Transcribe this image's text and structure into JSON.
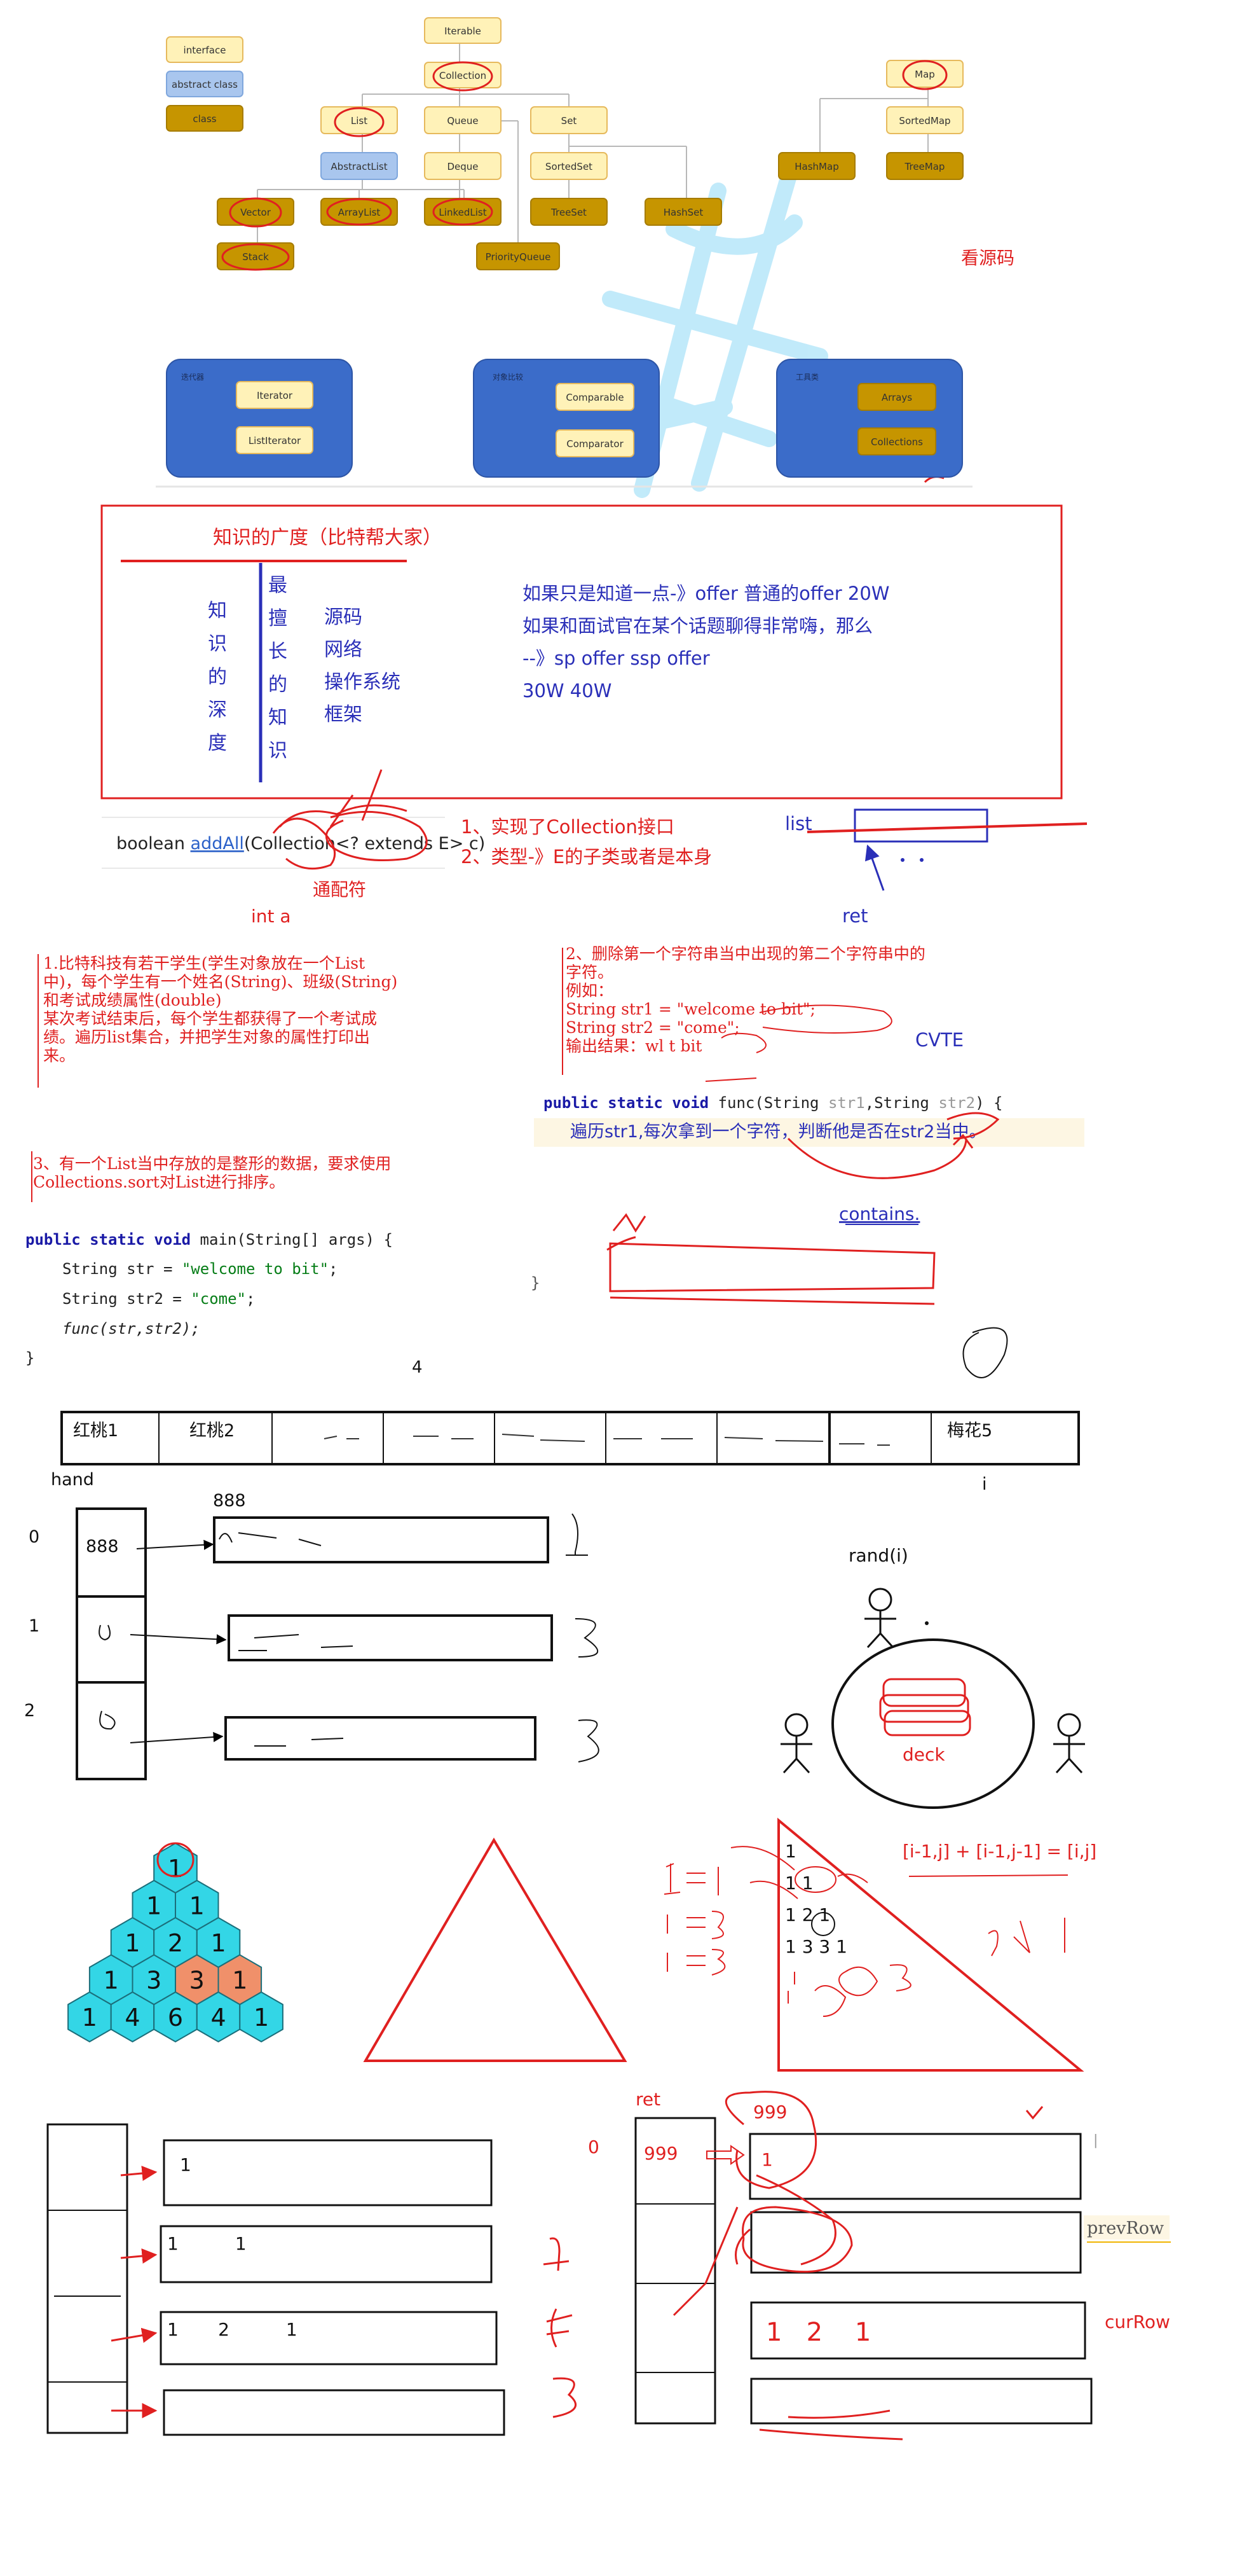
{
  "colors": {
    "interface_fill": "#fff2b8",
    "interface_stroke": "#e6b95c",
    "abstract_fill": "#a9c6ee",
    "class_fill": "#c69500",
    "panel_fill": "#3b6cc9",
    "red": "#e02020",
    "blue": "#2a2fb8",
    "cyan": "#33d6e6",
    "orange": "#f0906a"
  },
  "legend": {
    "interface": "interface",
    "abstract_class": "abstract class",
    "class": "class"
  },
  "collection_nodes": {
    "iterable": "Iterable",
    "collection": "Collection",
    "list": "List",
    "queue": "Queue",
    "set": "Set",
    "abstract_list": "AbstractList",
    "deque": "Deque",
    "sorted_set": "SortedSet",
    "vector": "Vector",
    "array_list": "ArrayList",
    "linked_list": "LinkedList",
    "tree_set": "TreeSet",
    "hash_set": "HashSet",
    "stack": "Stack",
    "priority_queue": "PriorityQueue",
    "map": "Map",
    "sorted_map": "SortedMap",
    "hash_map": "HashMap",
    "tree_map": "TreeMap"
  },
  "source_note": "看源码",
  "panels": {
    "iterator_title": "迭代器",
    "iterator": "Iterator",
    "list_iterator": "ListIterator",
    "compare_title": "对象比较",
    "comparable": "Comparable",
    "comparator": "Comparator",
    "tools_title": "工具类",
    "arrays": "Arrays",
    "collections": "Collections"
  },
  "knowledge": {
    "breadth": "知识的广度（比特帮大家）",
    "depth": "知识的深度",
    "most": "最擅长的知识",
    "items": [
      "源码",
      "网络",
      "操作系统",
      "框架"
    ],
    "offer_lines": [
      "如果只是知道一点-》offer  普通的offer      20W",
      "如果和面试官在某个话题聊得非常嗨，那么",
      "--》sp offer      ssp offer",
      "       30W              40W"
    ]
  },
  "addall": {
    "prefix": "boolean ",
    "method": "addAll",
    "params": "(Collection<? extends E> c)",
    "note1": "1、实现了Collection接口",
    "note2": "2、类型-》E的子类或者是本身",
    "wildcard": "通配符",
    "int_a": "int   a",
    "list_label": "list",
    "ret_label": "ret"
  },
  "exercises": {
    "ex1": [
      "1.比特科技有若干学生(学生对象放在一个List",
      "中)，每个学生有一个姓名(String)、班级(String)",
      "和考试成绩属性(double)",
      "某次考试结束后，每个学生都获得了一个考试成",
      "绩。遍历list集合，并把学生对象的属性打印出",
      "来。"
    ],
    "ex2": [
      "2、删除第一个字符串当中出现的第二个字符串中的",
      "字符。",
      "例如：",
      " String str1 = \"welcome to bit\";",
      " String str2 = \"come\";",
      " 输出结果：wl t bit"
    ],
    "cvte": "CVTE",
    "ex3": [
      "3、有一个List当中存放的是整形的数据，要求使用",
      "Collections.sort对List进行排序。"
    ]
  },
  "code": {
    "main_sig_kw": "public static void",
    "main_sig_rest": " main(String[] args) {",
    "line1_a": "String str = ",
    "line1_s": "\"welcome to bit\"",
    "line2_a": "String str2 = ",
    "line2_s": "\"come\"",
    "line3": "func(str,str2);",
    "close": "}",
    "func_kw": "public static void",
    "func_rest": " func(String ",
    "func_p1": "str1",
    "func_mid": ",String ",
    "func_p2": "str2",
    "func_end": ") {",
    "func_comment": "遍历str1,每次拿到一个字符，判断他是否在str2当中。",
    "contains": "contains.",
    "brace": "}"
  },
  "cards": {
    "count_label": "4",
    "first": "红桃1",
    "second": "红桃2",
    "last": "梅花5",
    "hand": "hand",
    "hand_value": "888",
    "i_label": "i",
    "rows": [
      "0",
      "1",
      "2"
    ],
    "cell0": "888",
    "rand": "rand(i)",
    "deck": "deck"
  },
  "pascal": {
    "rows": [
      [
        1
      ],
      [
        1,
        1
      ],
      [
        1,
        2,
        1
      ],
      [
        1,
        3,
        3,
        1
      ],
      [
        1,
        4,
        6,
        4,
        1
      ]
    ],
    "formula": "[i-1,j] + [i-1,j-1] = [i,j]",
    "tri_rows": [
      "1",
      "1  1",
      "1  2  1",
      "1  3  3  1"
    ]
  },
  "bottom": {
    "left_rows": [
      "1",
      "1          1",
      "1       2          1"
    ],
    "ret": "ret",
    "zero": "0",
    "ret_cell": "999",
    "ret_top": "999",
    "first_row": "1",
    "prev_row": "prevRow",
    "cur_row": "curRow",
    "sketch": "1   2    1"
  }
}
